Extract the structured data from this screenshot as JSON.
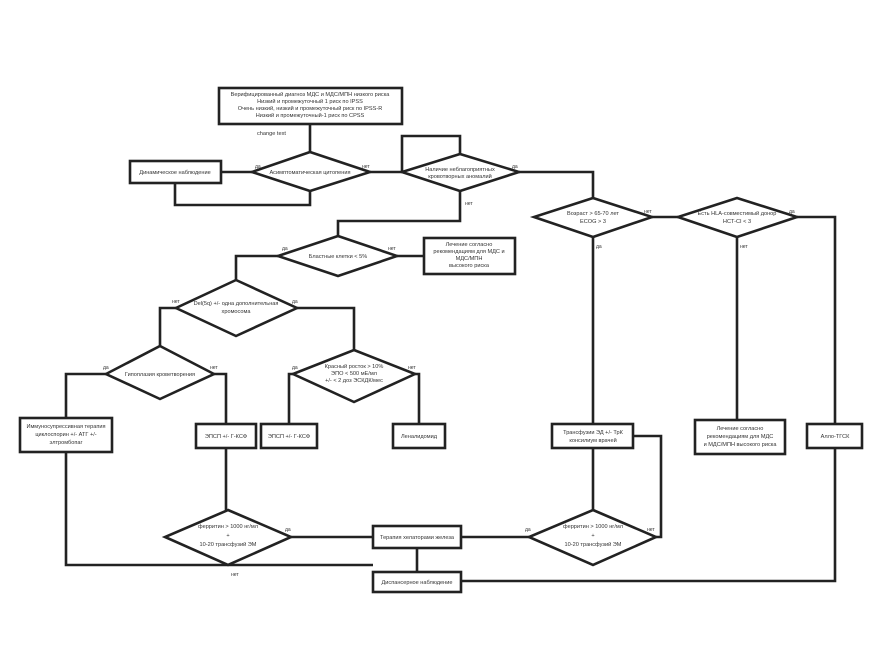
{
  "diagram": {
    "nodes": {
      "top": [
        "Верифицированный диагноз МДС  и МДС/МПН низкого риска",
        "Низкий и промежуточный 1 риск по IPSS",
        "Очень низкий, низкий и промежуточный риск по IPSS-R",
        "Низкий и промежуточный-1 риск по CPSS"
      ],
      "change_text": "change text",
      "dynamic": [
        "Динамическое наблюдение"
      ],
      "asympt": [
        "Асимптоматическая цитопения"
      ],
      "anomalies": [
        "Наличие неблагоприятных",
        "кровотворных аномалий"
      ],
      "blasts": [
        "Бластные клетки < 5%"
      ],
      "treat_high_left": [
        "Лечение согласно",
        "рекомендациям для МДС и",
        "МДС/МПН",
        "высокого риска"
      ],
      "del5q": [
        "Del(5q) +/- одна дополнительная",
        "хромосома"
      ],
      "hypoplastic": [
        "Гипоплазия кроветворения"
      ],
      "erythroid": [
        "Красный росток > 10%",
        "ЭПО < 500 мЕ/мл",
        "+/- < 2 доз ЭСКДК/мес"
      ],
      "immuno": [
        "Иммуносупрессивная терапия",
        "циклоспорин +/- АТГ +/-",
        "элтромбопаг"
      ],
      "epo1": [
        "ЭПСП +/- Г-КСФ"
      ],
      "epo2": [
        "ЭПСП +/- Г-КСФ"
      ],
      "lenalid": [
        "Леналидомид"
      ],
      "ferritin_left": [
        "ферритин > 1000 нг/мл",
        "+",
        "10-20 трансфузий ЭМ"
      ],
      "chelation": [
        "Терапия хелаторами железа"
      ],
      "ferritin_right": [
        "ферритин > 1000 нг/мл",
        "+",
        "10-20 трансфузий ЭМ"
      ],
      "dispensary": [
        "Диспансерное наблюдение"
      ],
      "age": [
        "Возраст > 65-70 лет",
        "ECOG > 3"
      ],
      "hla": [
        "Есть HLA-совместимый донор",
        "HCT-CI < 3"
      ],
      "transfusion": [
        "Трансфузии ЭД +/- ТрК",
        "консилиум врачей"
      ],
      "treat_high_right": [
        "Лечение согласно",
        "рекомендациям для МДС",
        "и МДС/МПН высокого риска"
      ],
      "allo": [
        "Алло-ТГСК"
      ]
    },
    "labels": {
      "yes": "да",
      "no": "нет"
    }
  },
  "colors": {
    "stroke": "#222222",
    "text": "#333333",
    "background": "#ffffff"
  }
}
